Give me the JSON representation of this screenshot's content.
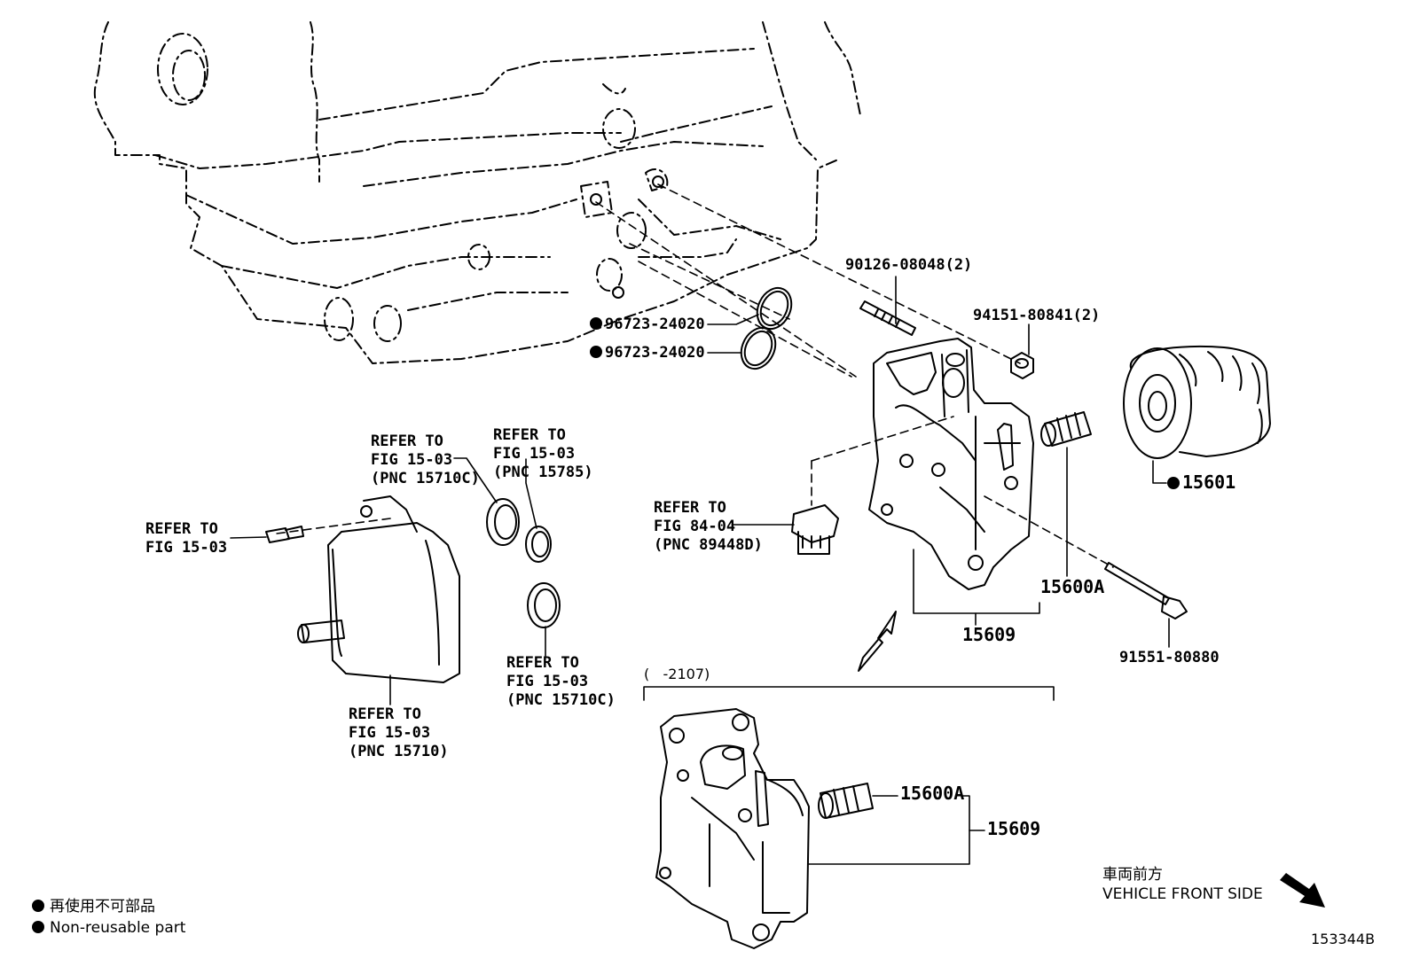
{
  "parts": {
    "stud": "90126-08048(2)",
    "nut": "94151-80841(2)",
    "oring_1": "96723-24020",
    "oring_2": "96723-24020",
    "oil_filter": "15601",
    "union": "15600A",
    "bracket_assy": "15609",
    "bolt": "91551-80880",
    "union_lower": "15600A",
    "bracket_lower": "15609"
  },
  "refs": {
    "ref_cooler_gasket": [
      "REFER TO",
      "FIG 15-03",
      "(PNC 15710C)"
    ],
    "ref_ring_15785": [
      "REFER TO",
      "FIG 15-03",
      "(PNC 15785)"
    ],
    "ref_bolt_left": [
      "REFER TO",
      "FIG 15-03"
    ],
    "ref_sensor": [
      "REFER TO",
      "FIG 84-04",
      "(PNC 89448D)"
    ],
    "ref_ring_lower": [
      "REFER TO",
      "FIG 15-03",
      "(PNC 15710C)"
    ],
    "ref_cooler": [
      "REFER TO",
      "FIG 15-03",
      "(PNC 15710)"
    ]
  },
  "variant_range": "(   -2107)",
  "legend": {
    "jp": "再使用不可部品",
    "en": "Non-reusable part"
  },
  "orientation": {
    "jp": "車両前方",
    "en": "VEHICLE FRONT SIDE"
  },
  "figure_id": "153344B"
}
